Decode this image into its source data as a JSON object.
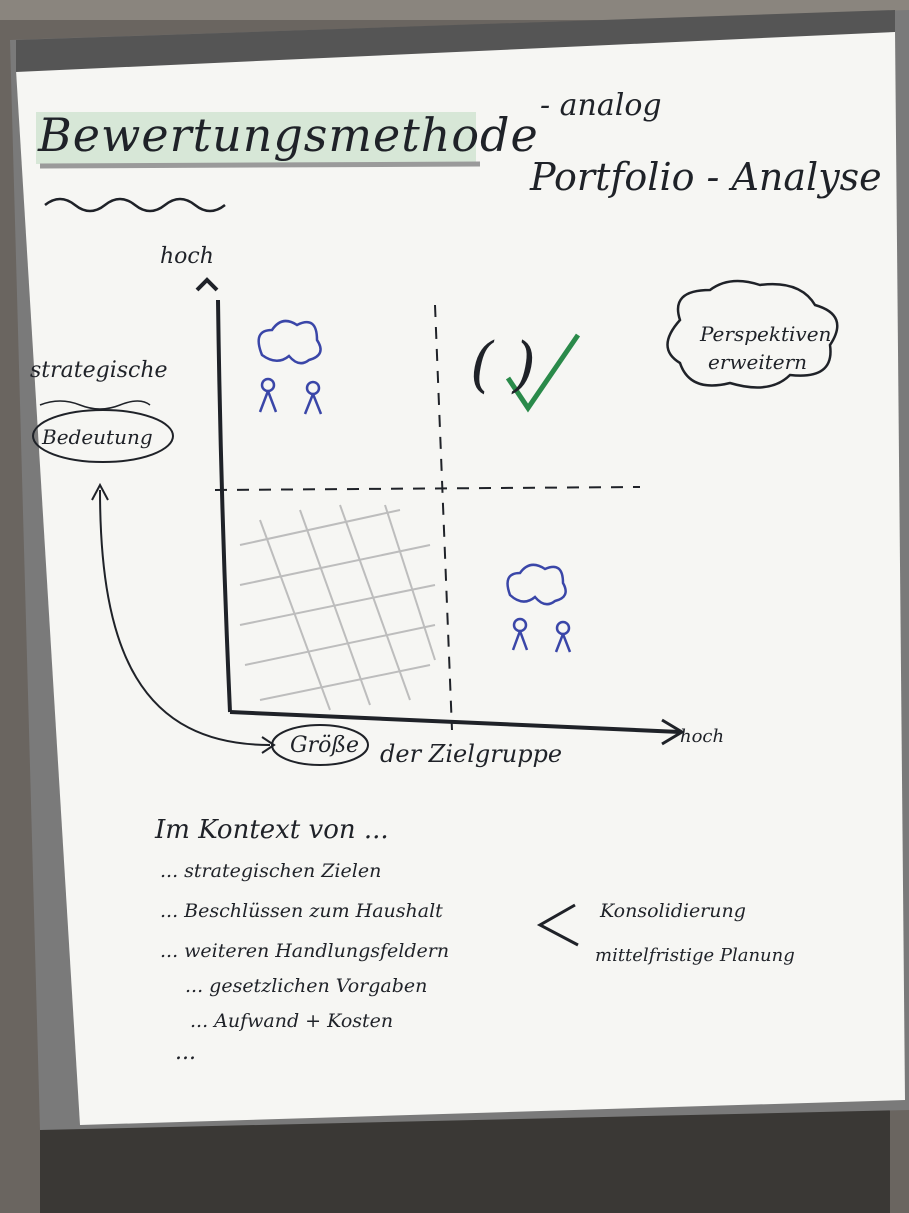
{
  "flipchart": {
    "title": "Bewertungsmethode",
    "subtitle_line1": "- analog",
    "subtitle_line2": "Portfolio - Analyse",
    "matrix": {
      "y_axis_label": "hoch",
      "y_axis_name": "strategische",
      "y_axis_name_circled": "Bedeutung",
      "x_axis_label": "hoch",
      "x_axis_name_circled": "Größe",
      "x_axis_name_rest": "der Zielgruppe",
      "top_right_mark": "( )"
    },
    "cloud_note": {
      "line1": "Perspektiven",
      "line2": "erweitern"
    },
    "context": {
      "intro": "Im Kontext von ...",
      "items": [
        "... strategischen Zielen",
        "... Beschlüssen zum Haushalt",
        "... weiteren Handlungsfeldern",
        "... gesetzlichen Vorgaben",
        "... Aufwand + Kosten",
        "..."
      ],
      "bracket_notes": [
        "Konsolidierung",
        "mittelfristige Planung"
      ]
    }
  },
  "colors": {
    "paper": "#f6f6f3",
    "ink": "#1f2228",
    "highlight": "#cfe3d0",
    "check": "#2a8a4a",
    "figure_ink": "#3a46a8",
    "hatch": "#b9b9b9",
    "board_frame": "#6b6b6b"
  },
  "icons": [
    "check-mark-icon",
    "people-thought-cloud-icon",
    "thought-cloud-icon"
  ]
}
